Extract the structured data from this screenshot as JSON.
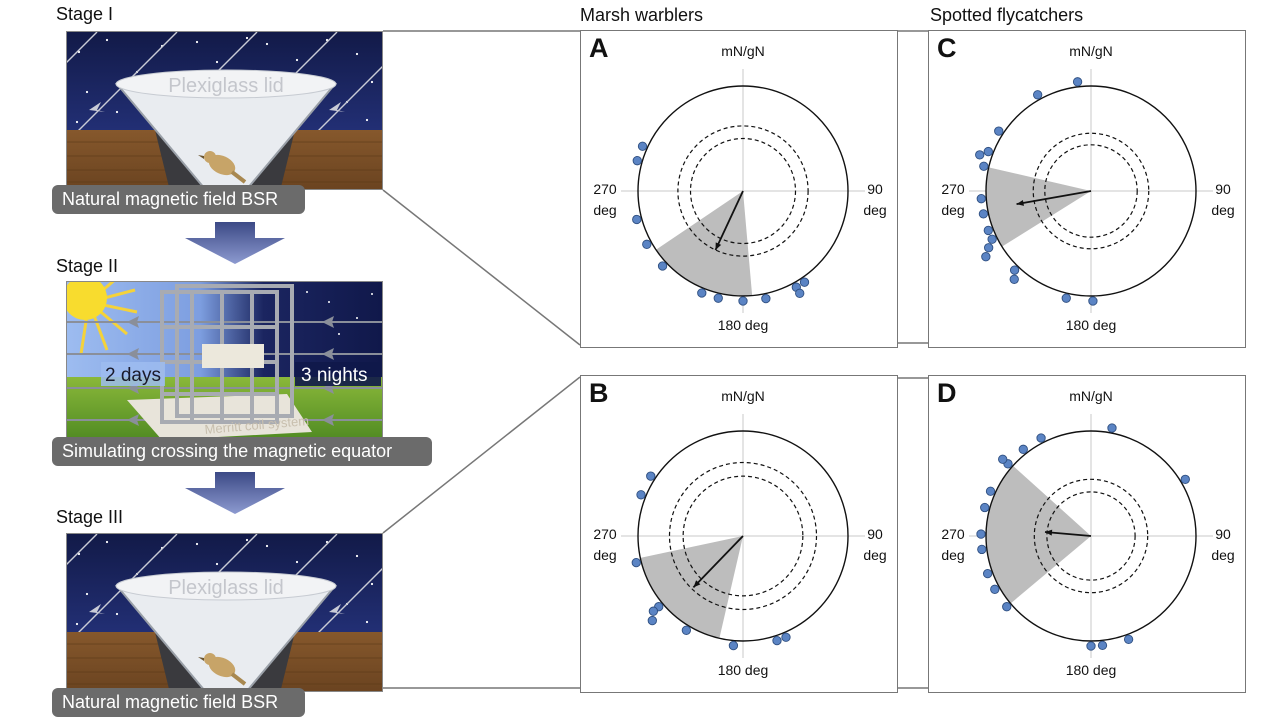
{
  "left": {
    "stage1": {
      "title": "Stage I",
      "lid_label": "Plexiglass lid",
      "caption": "Natural magnetic field BSR"
    },
    "stage2": {
      "title": "Stage II",
      "day_label": "2 days",
      "night_label": "3 nights",
      "coil_label": "Merritt coil system",
      "caption": "Simulating crossing the magnetic equator"
    },
    "stage3": {
      "title": "Stage III",
      "lid_label": "Plexiglass lid",
      "caption": "Natural magnetic field BSR"
    }
  },
  "columns": {
    "left": "Marsh warblers",
    "right": "Spotted flycatchers"
  },
  "axis_labels": {
    "top": "mN/gN",
    "left_value": "270",
    "left_unit": "deg",
    "right_value": "90",
    "right_unit": "deg",
    "bottom": "180 deg"
  },
  "colors": {
    "dot": "#5b84c4",
    "dot_stroke": "#2f4f80",
    "ci_wedge": "#bdbdbd",
    "arrow": "#111111"
  },
  "chart_data": [
    {
      "panel": "A",
      "type": "circular",
      "species": "Marsh warblers",
      "headings_deg": [
        294,
        286,
        255,
        241,
        227,
        202,
        193,
        180,
        168,
        151,
        151,
        146
      ],
      "mean_deg": 205,
      "mean_vector_length": 0.62,
      "ci_deg": [
        175,
        236
      ],
      "significance_radii": [
        0.5,
        0.62
      ]
    },
    {
      "panel": "B",
      "type": "circular",
      "species": "Marsh warblers",
      "headings_deg": [
        303,
        292,
        256,
        230,
        230,
        227,
        211,
        185,
        162,
        157
      ],
      "mean_deg": 224,
      "mean_vector_length": 0.68,
      "ci_deg": [
        193,
        258
      ],
      "significance_radii": [
        0.57,
        0.7
      ]
    },
    {
      "panel": "C",
      "type": "circular",
      "species": "Spotted flycatchers",
      "headings_deg": [
        353,
        331,
        303,
        291,
        288,
        283,
        266,
        258,
        249,
        244,
        241,
        238,
        224,
        221,
        193,
        179
      ],
      "mean_deg": 260,
      "mean_vector_length": 0.72,
      "ci_deg": [
        238,
        283
      ],
      "significance_radii": [
        0.44,
        0.55
      ]
    },
    {
      "panel": "D",
      "type": "circular",
      "species": "Spotted flycatchers",
      "headings_deg": [
        11,
        59,
        333,
        322,
        311,
        311,
        294,
        285,
        271,
        263,
        250,
        241,
        230,
        180,
        174,
        160
      ],
      "mean_deg": 275,
      "mean_vector_length": 0.44,
      "ci_deg": [
        230,
        312
      ],
      "significance_radii": [
        0.42,
        0.54
      ]
    }
  ]
}
